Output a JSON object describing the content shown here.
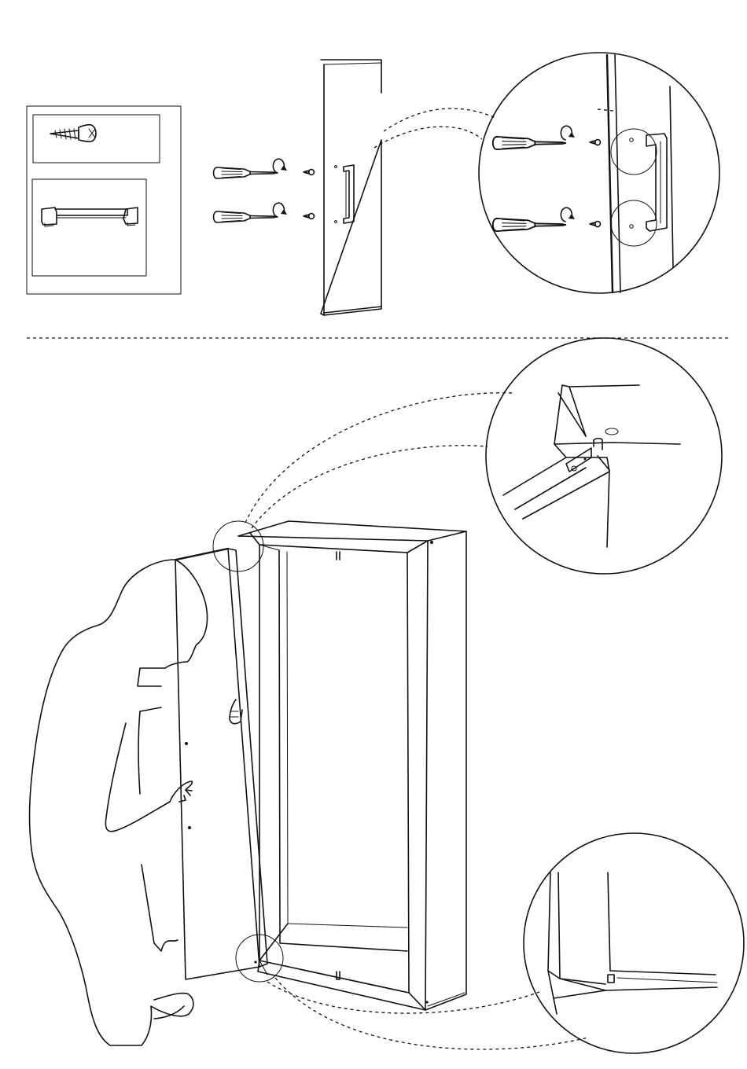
{
  "document": {
    "type": "assembly-instruction",
    "steps": [
      {
        "step": "attach-handle",
        "parts": [
          {
            "part": "screw",
            "icon": "screw-icon"
          },
          {
            "part": "handle",
            "icon": "handle-icon"
          }
        ],
        "tools": [
          "screwdriver-icon",
          "rotate-clockwise-icon"
        ],
        "details": [
          "handle-screw-detail"
        ]
      },
      {
        "step": "mount-door",
        "details": [
          "top-hinge-pin-detail",
          "bottom-hinge-detail"
        ]
      }
    ]
  }
}
